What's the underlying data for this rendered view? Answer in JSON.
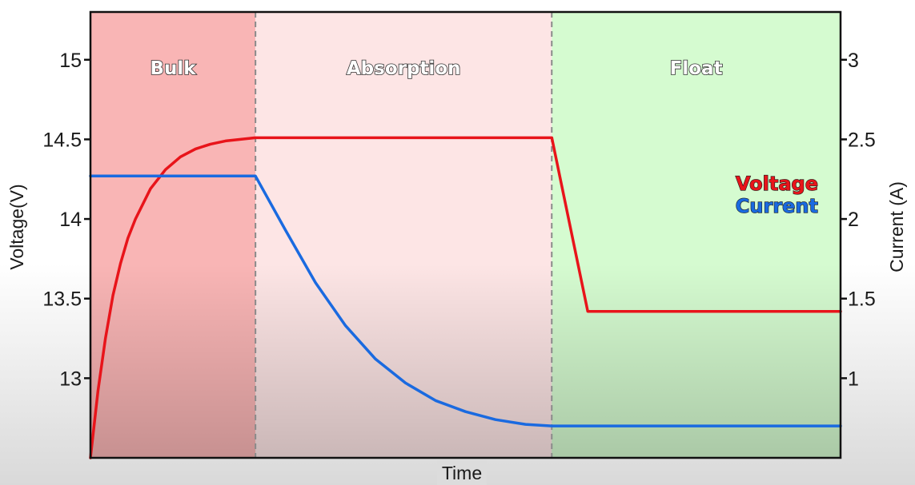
{
  "chart_data": {
    "type": "line",
    "xlabel": "Time",
    "ylabel_left": "Voltage(V)",
    "ylabel_right": "Current (A)",
    "y_left_range": [
      12.5,
      15.3
    ],
    "y_right_range": [
      0.5,
      3.3
    ],
    "y_left_ticks": [
      "13",
      "13.5",
      "14",
      "14.5",
      "15"
    ],
    "y_right_ticks": [
      "1",
      "1.5",
      "2",
      "2.5",
      "3"
    ],
    "x_range": [
      0,
      100
    ],
    "phases": [
      {
        "name": "Bulk",
        "start": 0,
        "end": 22,
        "color": "#f9b5b5"
      },
      {
        "name": "Absorption",
        "start": 22,
        "end": 61.5,
        "color": "#fde5e5"
      },
      {
        "name": "Float",
        "start": 61.5,
        "end": 100,
        "color": "#d5fbd0"
      }
    ],
    "series": [
      {
        "name": "Voltage",
        "color": "#e8141a",
        "axis": "left",
        "x": [
          0,
          1,
          2,
          3,
          4,
          5,
          6,
          8,
          10,
          12,
          14,
          16,
          18,
          20,
          22,
          61.5,
          66.3,
          100
        ],
        "y": [
          12.5,
          12.92,
          13.25,
          13.52,
          13.72,
          13.88,
          14.0,
          14.19,
          14.31,
          14.39,
          14.44,
          14.47,
          14.49,
          14.5,
          14.51,
          14.51,
          13.42,
          13.42
        ]
      },
      {
        "name": "Current",
        "color": "#1a6ae0",
        "axis": "right",
        "x": [
          0,
          22,
          26,
          30,
          34,
          38,
          42,
          46,
          50,
          54,
          58,
          61.5,
          100
        ],
        "y": [
          2.27,
          2.27,
          1.93,
          1.6,
          1.33,
          1.12,
          0.97,
          0.86,
          0.79,
          0.74,
          0.71,
          0.7,
          0.7
        ]
      }
    ],
    "legend": [
      "Voltage",
      "Current"
    ],
    "legend_position": "right"
  }
}
